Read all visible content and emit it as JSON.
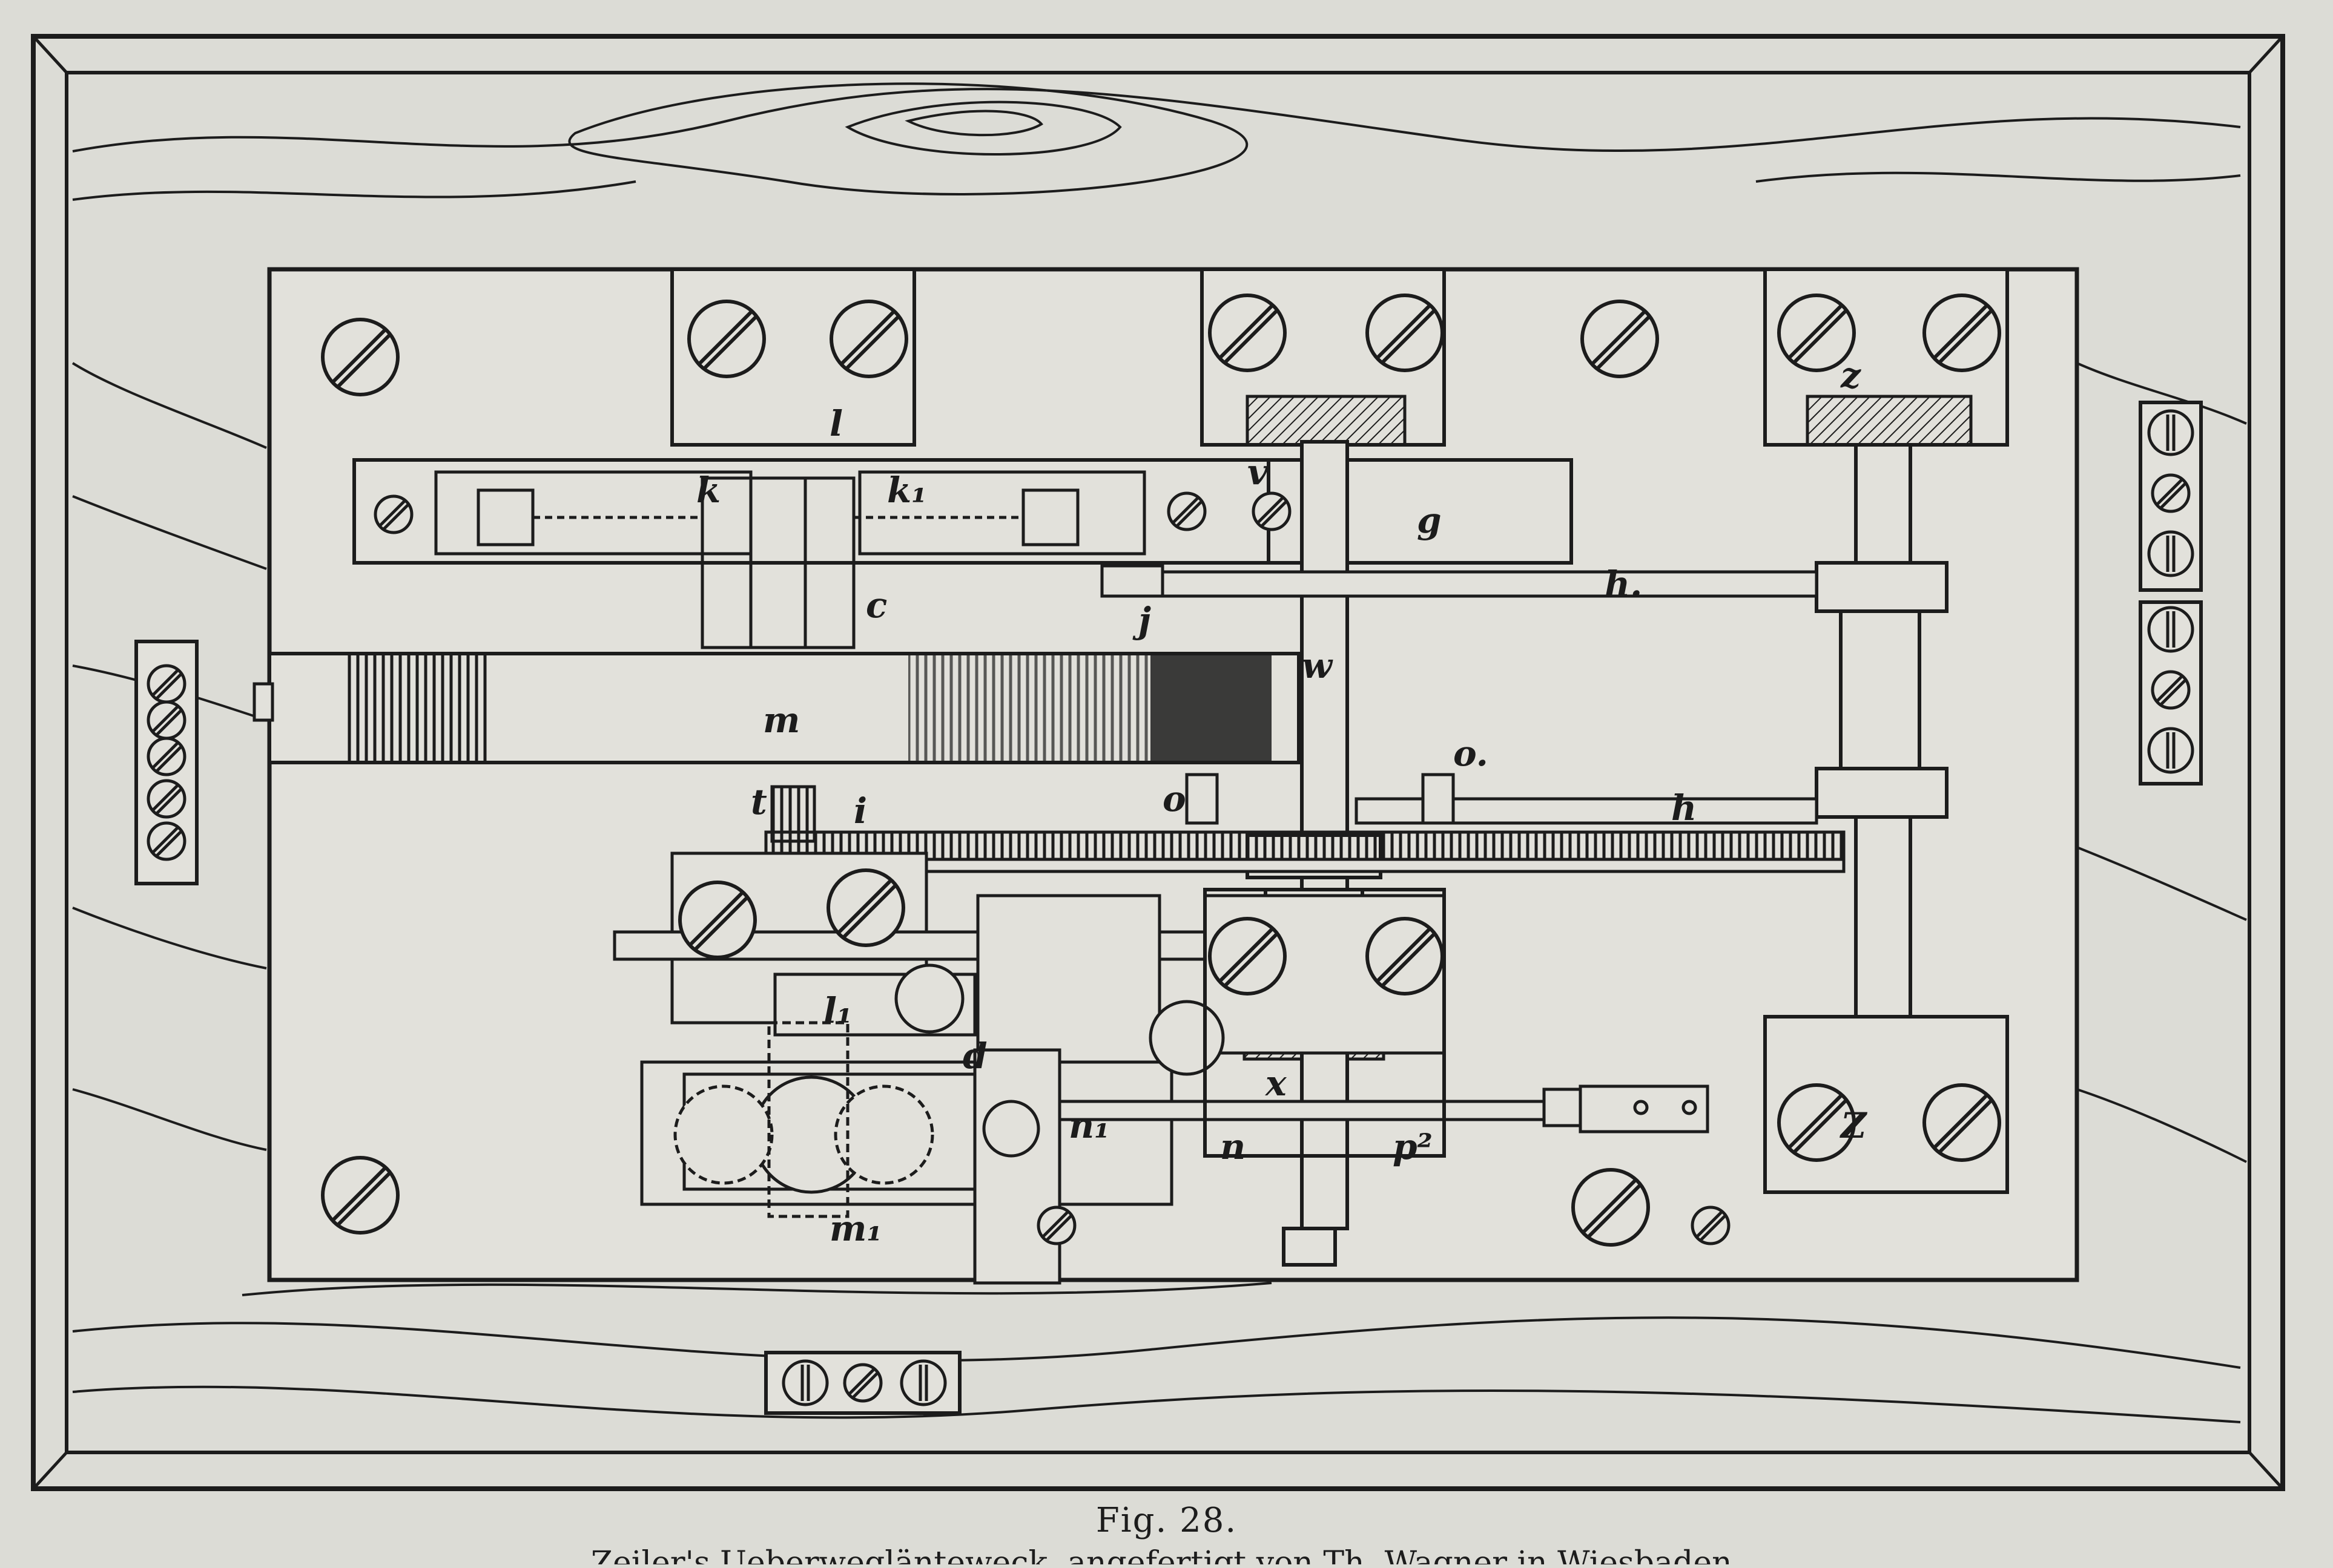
{
  "figure": {
    "number": "Fig. 28.",
    "subtitle": "Zeiler's Ueberweglänteweck, angefertigt von Th. Wagner in Wiesbaden."
  },
  "labels": {
    "l": "l",
    "l1": "l₁",
    "k": "k",
    "k1": "k₁",
    "c": "c",
    "v": "v",
    "g": "g",
    "z_top": "z",
    "z_bottom": "Z",
    "h_upper": "h.",
    "h_lower": "h",
    "j": "j",
    "w": "w",
    "m": "m",
    "m1": "m₁",
    "t": "t",
    "i": "i",
    "o": "o",
    "o1": "o.",
    "d": "d",
    "x": "x",
    "n": "n",
    "n1": "n₁",
    "p": "p²"
  },
  "colors": {
    "paper": "#dcdcd6",
    "ink": "#1c1c1c",
    "plate": "#e2e1db"
  }
}
